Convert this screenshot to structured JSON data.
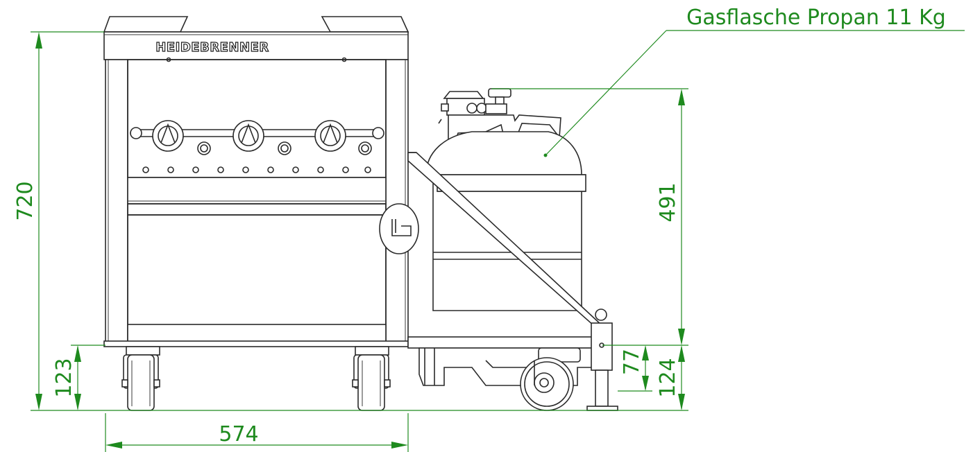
{
  "brand": "HEIDEBRENNER",
  "callout": "Gasflasche Propan 11 Kg",
  "dimensions": {
    "total_height": "720",
    "cylinder_height": "491",
    "caster_height": "123",
    "cylinder_base_height": "124",
    "stand_height": "77",
    "width": "574"
  },
  "colors": {
    "dimension": "#1e8a1e",
    "outline": "#2a2a2a"
  }
}
